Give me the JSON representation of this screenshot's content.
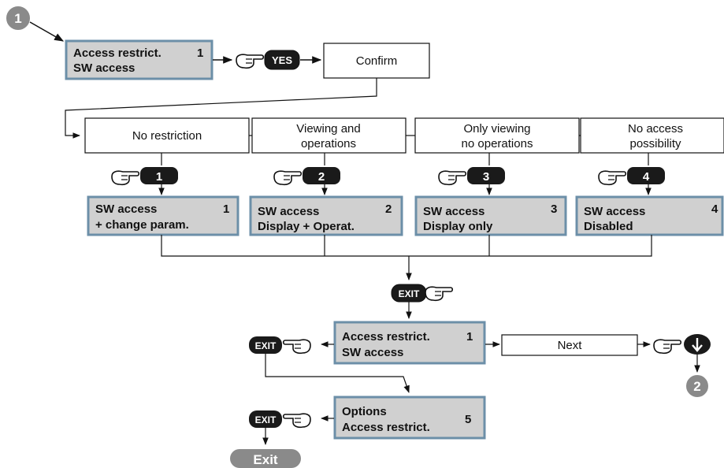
{
  "entry_marker": "1",
  "exit_marker": "2",
  "lcd_top": {
    "line1": "Access restrict.",
    "line2": "SW access",
    "num": "1"
  },
  "keys": {
    "yes": "YES",
    "k1": "1",
    "k2": "2",
    "k3": "3",
    "k4": "4",
    "exit_main": "EXIT",
    "exit_mid": "EXIT",
    "exit_bottom": "EXIT",
    "down": "down-arrow-key"
  },
  "confirm_label": "Confirm",
  "options": [
    {
      "label_line1": "No restriction",
      "label_line2": ""
    },
    {
      "label_line1": "Viewing and",
      "label_line2": "operations"
    },
    {
      "label_line1": "Only viewing",
      "label_line2": "no operations"
    },
    {
      "label_line1": "No access",
      "label_line2": "possibility"
    }
  ],
  "lcd_results": [
    {
      "line1": "SW access",
      "line2": "+ change param.",
      "num": "1"
    },
    {
      "line1": "SW access",
      "line2": "Display + Operat.",
      "num": "2"
    },
    {
      "line1": "SW access",
      "line2": "Display only",
      "num": "3"
    },
    {
      "line1": "SW access",
      "line2": "Disabled",
      "num": "4"
    }
  ],
  "lcd_mid": {
    "line1": "Access restrict.",
    "line2": "SW access",
    "num": "1"
  },
  "next_label": "Next",
  "lcd_bottom": {
    "line1": "Options",
    "line2": "Access restrict.",
    "num": "5"
  },
  "exit_pill_label": "Exit",
  "colors": {
    "lcd_fill": "#d0d0d0",
    "lcd_border": "#6c8fa8",
    "key_fill": "#1a1a1a",
    "marker_fill": "#8a8a8a"
  }
}
